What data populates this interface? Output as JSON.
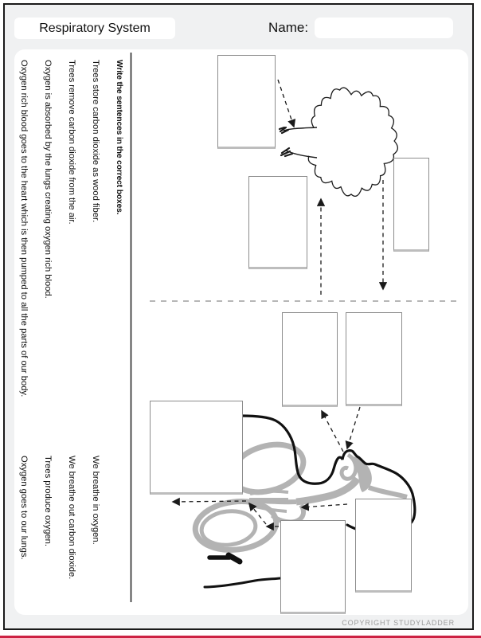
{
  "header": {
    "title": "Respiratory System",
    "name_label": "Name:",
    "name_value": ""
  },
  "worksheet": {
    "heading": "Write the sentences in the correct boxes.",
    "column1_sentences": [
      "Trees store carbon dioxide as wood fiber.",
      "Trees remove carbon dioxide from the air.",
      "Oxygen is absorbed by the lungs creating oxygen rich blood.",
      "Oxygen rich blood goes to the heart which is then pumped to all the parts of our body."
    ],
    "column2_sentences": [
      "We breathe in oxygen.",
      "We breathe out carbon dioxide.",
      "Trees produce oxygen.",
      "Oxygen goes to our lungs."
    ]
  },
  "footer": {
    "copyright": "COPYRIGHT STUDYLADDER"
  },
  "colors": {
    "accent_line": "#cc2143",
    "illustration_gray": "#b3b3b3",
    "outline_black": "#111111"
  }
}
